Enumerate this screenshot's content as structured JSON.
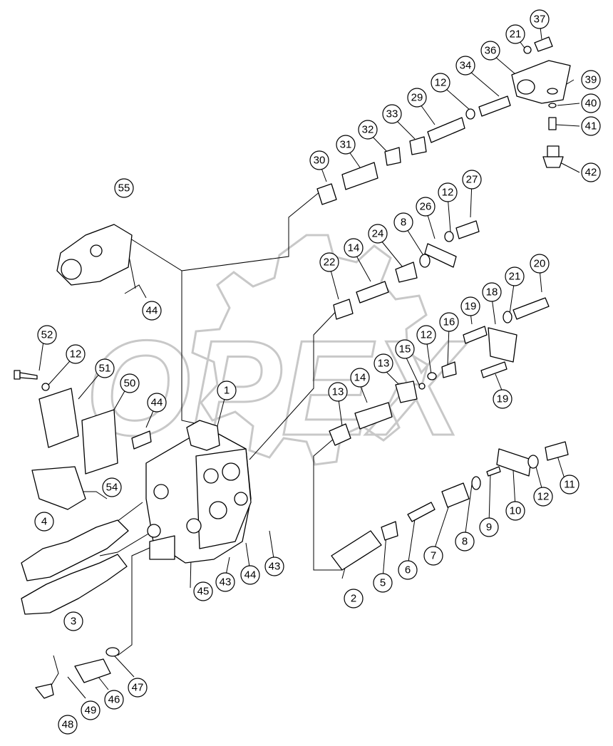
{
  "watermark": {
    "text": "OPEX"
  },
  "callouts": [
    {
      "n": "1",
      "label": "1"
    },
    {
      "n": "2",
      "label": "2"
    },
    {
      "n": "3",
      "label": "3"
    },
    {
      "n": "4",
      "label": "4"
    },
    {
      "n": "5",
      "label": "5"
    },
    {
      "n": "6",
      "label": "6"
    },
    {
      "n": "7",
      "label": "7"
    },
    {
      "n": "8a",
      "label": "8"
    },
    {
      "n": "8b",
      "label": "8"
    },
    {
      "n": "9",
      "label": "9"
    },
    {
      "n": "10",
      "label": "10"
    },
    {
      "n": "11",
      "label": "11"
    },
    {
      "n": "12a",
      "label": "12"
    },
    {
      "n": "12b",
      "label": "12"
    },
    {
      "n": "12c",
      "label": "12"
    },
    {
      "n": "12d",
      "label": "12"
    },
    {
      "n": "12e",
      "label": "12"
    },
    {
      "n": "13a",
      "label": "13"
    },
    {
      "n": "13b",
      "label": "13"
    },
    {
      "n": "14a",
      "label": "14"
    },
    {
      "n": "14b",
      "label": "14"
    },
    {
      "n": "15",
      "label": "15"
    },
    {
      "n": "16",
      "label": "16"
    },
    {
      "n": "18",
      "label": "18"
    },
    {
      "n": "19a",
      "label": "19"
    },
    {
      "n": "19b",
      "label": "19"
    },
    {
      "n": "20",
      "label": "20"
    },
    {
      "n": "21a",
      "label": "21"
    },
    {
      "n": "21b",
      "label": "21"
    },
    {
      "n": "22",
      "label": "22"
    },
    {
      "n": "24",
      "label": "24"
    },
    {
      "n": "26",
      "label": "26"
    },
    {
      "n": "27",
      "label": "27"
    },
    {
      "n": "29",
      "label": "29"
    },
    {
      "n": "30",
      "label": "30"
    },
    {
      "n": "31",
      "label": "31"
    },
    {
      "n": "32",
      "label": "32"
    },
    {
      "n": "33",
      "label": "33"
    },
    {
      "n": "34",
      "label": "34"
    },
    {
      "n": "36",
      "label": "36"
    },
    {
      "n": "37",
      "label": "37"
    },
    {
      "n": "39",
      "label": "39"
    },
    {
      "n": "40",
      "label": "40"
    },
    {
      "n": "41",
      "label": "41"
    },
    {
      "n": "42",
      "label": "42"
    },
    {
      "n": "43a",
      "label": "43"
    },
    {
      "n": "43b",
      "label": "43"
    },
    {
      "n": "44a",
      "label": "44"
    },
    {
      "n": "44b",
      "label": "44"
    },
    {
      "n": "44c",
      "label": "44"
    },
    {
      "n": "45",
      "label": "45"
    },
    {
      "n": "46",
      "label": "46"
    },
    {
      "n": "47",
      "label": "47"
    },
    {
      "n": "48",
      "label": "48"
    },
    {
      "n": "49",
      "label": "49"
    },
    {
      "n": "50",
      "label": "50"
    },
    {
      "n": "51",
      "label": "51"
    },
    {
      "n": "52",
      "label": "52"
    },
    {
      "n": "54",
      "label": "54"
    },
    {
      "n": "55",
      "label": "55"
    }
  ]
}
